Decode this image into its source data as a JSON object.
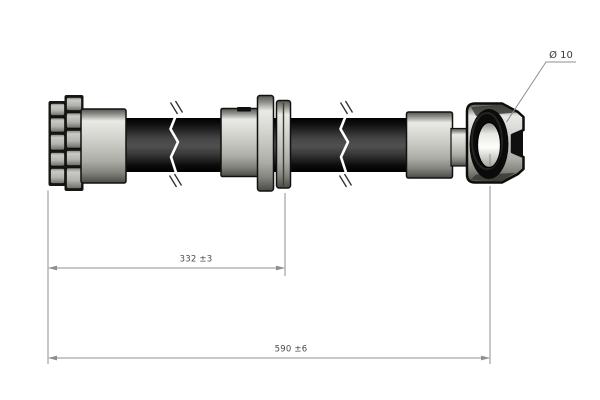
{
  "annotations": {
    "diameter_callout": "Ø 10",
    "intermediate_length": "332 ±3",
    "overall_length": "590 ±6"
  },
  "colors": {
    "background": "#ffffff",
    "hose": "#0d0d0d",
    "metal_light": "#d8d8d4",
    "metal_shadow": "#5c5c56",
    "outline": "#111111",
    "dimension_line": "#8f8f8f",
    "dimension_text": "#4a4a4a"
  }
}
